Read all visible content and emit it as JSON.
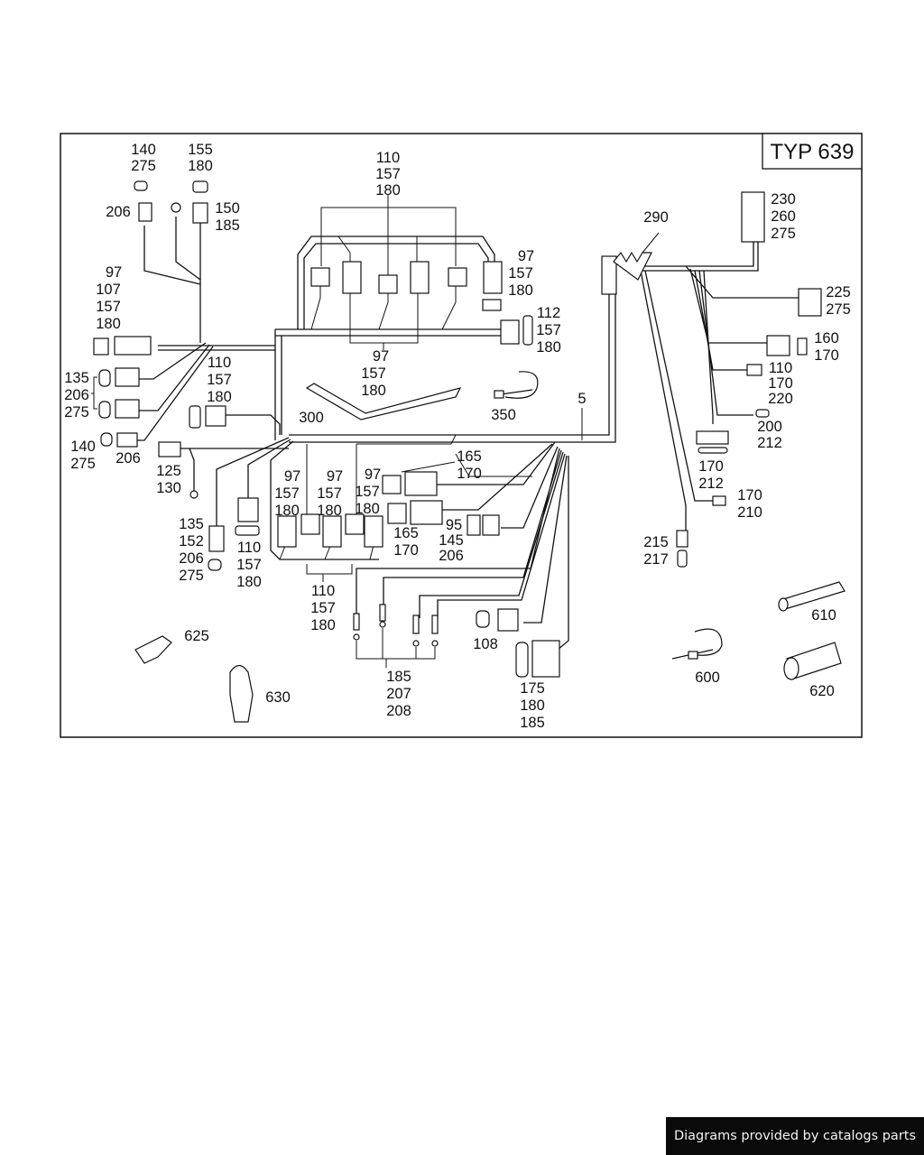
{
  "title": "TYP 639",
  "footer": "Diagrams provided by catalogs parts",
  "callouts": {
    "c_140_275_top": [
      "140",
      "275"
    ],
    "c_155_180": [
      "155",
      "180"
    ],
    "c_206_top": [
      "206"
    ],
    "c_150_185": [
      "150",
      "185"
    ],
    "c_97_107_157_180": [
      "97",
      "107",
      "157",
      "180"
    ],
    "c_110_157_180_top": [
      "110",
      "157",
      "180"
    ],
    "c_97_157_180_right": [
      "97",
      "157",
      "180"
    ],
    "c_112_157_180": [
      "112",
      "157",
      "180"
    ],
    "c_97_157_180_mid": [
      "97",
      "157",
      "180"
    ],
    "c_135_206_275": [
      "135",
      "206",
      "275"
    ],
    "c_110_157_180_left": [
      "110",
      "157",
      "180"
    ],
    "c_300": [
      "300"
    ],
    "c_350": [
      "350"
    ],
    "c_5": [
      "5"
    ],
    "c_140_275_left": [
      "140",
      "275"
    ],
    "c_206_left": [
      "206"
    ],
    "c_125_130": [
      "125",
      "130"
    ],
    "c_135_152_206_275": [
      "135",
      "152",
      "206",
      "275"
    ],
    "c_110_157_180_low": [
      "110",
      "157",
      "180"
    ],
    "c_97_157_180_a": [
      "97",
      "157",
      "180"
    ],
    "c_97_157_180_b": [
      "97",
      "157",
      "180"
    ],
    "c_97_157_180_c": [
      "97",
      "157",
      "180"
    ],
    "c_165_170_a": [
      "165",
      "170"
    ],
    "c_165_170_b": [
      "165",
      "170"
    ],
    "c_95_145_206": [
      "95",
      "145",
      "206"
    ],
    "c_110_157_180_bottom": [
      "110",
      "157",
      "180"
    ],
    "c_185_207_208": [
      "185",
      "207",
      "208"
    ],
    "c_108": [
      "108"
    ],
    "c_175_180_185": [
      "175",
      "180",
      "185"
    ],
    "c_290": [
      "290"
    ],
    "c_230_260_275": [
      "230",
      "260",
      "275"
    ],
    "c_225_275": [
      "225",
      "275"
    ],
    "c_160_170": [
      "160",
      "170"
    ],
    "c_110_170_220": [
      "110",
      "170",
      "220"
    ],
    "c_200_212": [
      "200",
      "212"
    ],
    "c_170_212": [
      "170",
      "212"
    ],
    "c_170_210": [
      "170",
      "210"
    ],
    "c_215_217": [
      "215",
      "217"
    ],
    "c_610": [
      "610"
    ],
    "c_620": [
      "620"
    ],
    "c_600": [
      "600"
    ],
    "c_625": [
      "625"
    ],
    "c_630": [
      "630"
    ]
  }
}
